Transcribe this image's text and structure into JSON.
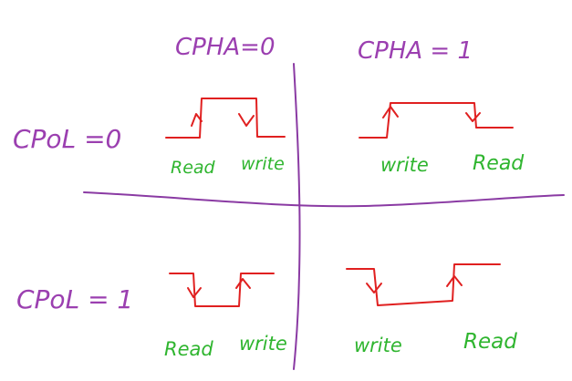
{
  "header": {
    "cpha0": "CPHA=0",
    "cpha1": "CPHA = 1"
  },
  "rows": {
    "cpol0": "CPoL =0",
    "cpol1": "CPoL = 1"
  },
  "quadrants": {
    "q00": {
      "left_label": "Read",
      "right_label": "write"
    },
    "q01": {
      "left_label": "write",
      "right_label": "Read"
    },
    "q10": {
      "left_label": "Read",
      "right_label": "write"
    },
    "q11": {
      "left_label": "write",
      "right_label": "Read"
    }
  },
  "colors": {
    "handwriting": "#9b3fb0",
    "signal": "#e02020",
    "edge_labels": "#2fb52f"
  }
}
